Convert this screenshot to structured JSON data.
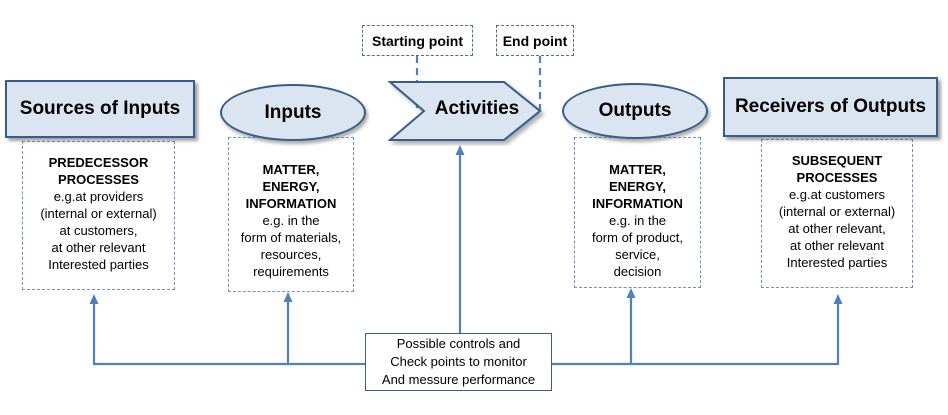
{
  "colors": {
    "shape_fill": "#dbe5f1",
    "shape_border": "#385d8a",
    "arrow": "#4f81bd",
    "dashed_border": "#6f94b8"
  },
  "start_label": "Starting point",
  "end_label": "End point",
  "sources": {
    "header": "Sources of Inputs",
    "title_lines": [
      "PREDECESSOR",
      "PROCESSES"
    ],
    "body_lines": [
      "e.g.at providers",
      "(internal or external)",
      "at customers,",
      "at other relevant",
      "Interested parties"
    ]
  },
  "inputs": {
    "header": "Inputs",
    "title_lines": [
      "MATTER,",
      "ENERGY,",
      "INFORMATION"
    ],
    "body_lines": [
      "e.g. in the",
      "form of materials,",
      "resources,",
      "requirements"
    ]
  },
  "activities": {
    "header": "Activities"
  },
  "outputs": {
    "header": "Outputs",
    "title_lines": [
      "MATTER,",
      "ENERGY,",
      "INFORMATION"
    ],
    "body_lines": [
      "e.g. in the",
      "form of product,",
      "service,",
      "decision"
    ]
  },
  "receivers": {
    "header": "Receivers of Outputs",
    "title_lines": [
      "SUBSEQUENT",
      "PROCESSES"
    ],
    "body_lines": [
      "e.g.at customers",
      "(internal or external)",
      "at other relevant,",
      "at other relevant",
      "Interested parties"
    ]
  },
  "controls": {
    "lines": [
      "Possible controls and",
      "Check points to monitor",
      "And messure performance"
    ]
  }
}
